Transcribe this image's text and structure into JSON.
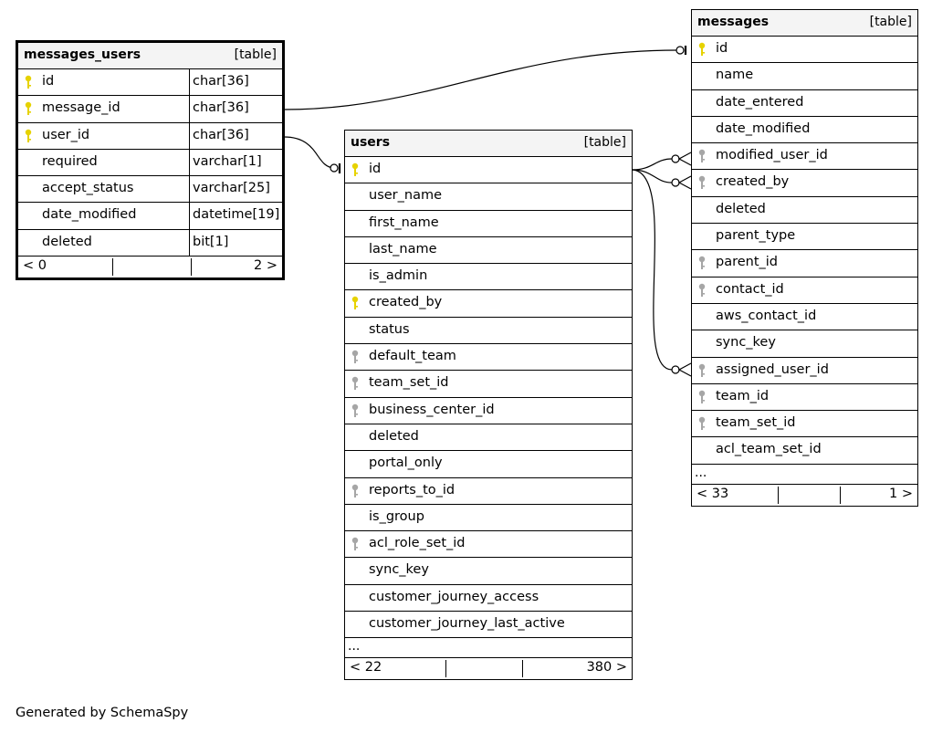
{
  "tables": [
    {
      "id": "messages_users",
      "name": "messages_users",
      "type_label": "[table]",
      "focus": true,
      "columns": [
        {
          "name": "id",
          "type": "char[36]",
          "key": "pk"
        },
        {
          "name": "message_id",
          "type": "char[36]",
          "key": "pk"
        },
        {
          "name": "user_id",
          "type": "char[36]",
          "key": "pk"
        },
        {
          "name": "required",
          "type": "varchar[1]",
          "key": ""
        },
        {
          "name": "accept_status",
          "type": "varchar[25]",
          "key": ""
        },
        {
          "name": "date_modified",
          "type": "datetime[19]",
          "key": ""
        },
        {
          "name": "deleted",
          "type": "bit[1]",
          "key": ""
        }
      ],
      "more": "",
      "footer_left": "< 0",
      "footer_right": "2 >"
    },
    {
      "id": "users",
      "name": "users",
      "type_label": "[table]",
      "focus": false,
      "columns": [
        {
          "name": "id",
          "key": "pk"
        },
        {
          "name": "user_name",
          "key": ""
        },
        {
          "name": "first_name",
          "key": ""
        },
        {
          "name": "last_name",
          "key": ""
        },
        {
          "name": "is_admin",
          "key": ""
        },
        {
          "name": "created_by",
          "key": "pk"
        },
        {
          "name": "status",
          "key": ""
        },
        {
          "name": "default_team",
          "key": "fk"
        },
        {
          "name": "team_set_id",
          "key": "fk"
        },
        {
          "name": "business_center_id",
          "key": "fk"
        },
        {
          "name": "deleted",
          "key": ""
        },
        {
          "name": "portal_only",
          "key": ""
        },
        {
          "name": "reports_to_id",
          "key": "fk"
        },
        {
          "name": "is_group",
          "key": ""
        },
        {
          "name": "acl_role_set_id",
          "key": "fk"
        },
        {
          "name": "sync_key",
          "key": ""
        },
        {
          "name": "customer_journey_access",
          "key": ""
        },
        {
          "name": "customer_journey_last_active",
          "key": ""
        }
      ],
      "more": "...",
      "footer_left": "< 22",
      "footer_right": "380 >"
    },
    {
      "id": "messages",
      "name": "messages",
      "type_label": "[table]",
      "focus": false,
      "columns": [
        {
          "name": "id",
          "key": "pk"
        },
        {
          "name": "name",
          "key": ""
        },
        {
          "name": "date_entered",
          "key": ""
        },
        {
          "name": "date_modified",
          "key": ""
        },
        {
          "name": "modified_user_id",
          "key": "fk"
        },
        {
          "name": "created_by",
          "key": "fk"
        },
        {
          "name": "deleted",
          "key": ""
        },
        {
          "name": "parent_type",
          "key": ""
        },
        {
          "name": "parent_id",
          "key": "fk"
        },
        {
          "name": "contact_id",
          "key": "fk"
        },
        {
          "name": "aws_contact_id",
          "key": ""
        },
        {
          "name": "sync_key",
          "key": ""
        },
        {
          "name": "assigned_user_id",
          "key": "fk"
        },
        {
          "name": "team_id",
          "key": "fk"
        },
        {
          "name": "team_set_id",
          "key": "fk"
        },
        {
          "name": "acl_team_set_id",
          "key": ""
        }
      ],
      "more": "...",
      "footer_left": "< 33",
      "footer_right": "1 >"
    }
  ],
  "relationships": [
    {
      "from_table": "messages_users",
      "from_column": "message_id",
      "to_table": "messages",
      "to_column": "id"
    },
    {
      "from_table": "messages_users",
      "from_column": "user_id",
      "to_table": "users",
      "to_column": "id"
    },
    {
      "from_table": "messages",
      "from_column": "modified_user_id",
      "to_table": "users",
      "to_column": "id"
    },
    {
      "from_table": "messages",
      "from_column": "created_by",
      "to_table": "users",
      "to_column": "id"
    },
    {
      "from_table": "messages",
      "from_column": "assigned_user_id",
      "to_table": "users",
      "to_column": "id"
    }
  ],
  "colors": {
    "pk_key": "#e6d200",
    "fk_key": "#a6a6a6",
    "header_bg": "#f4f4f4"
  },
  "generated_by": "Generated by SchemaSpy"
}
